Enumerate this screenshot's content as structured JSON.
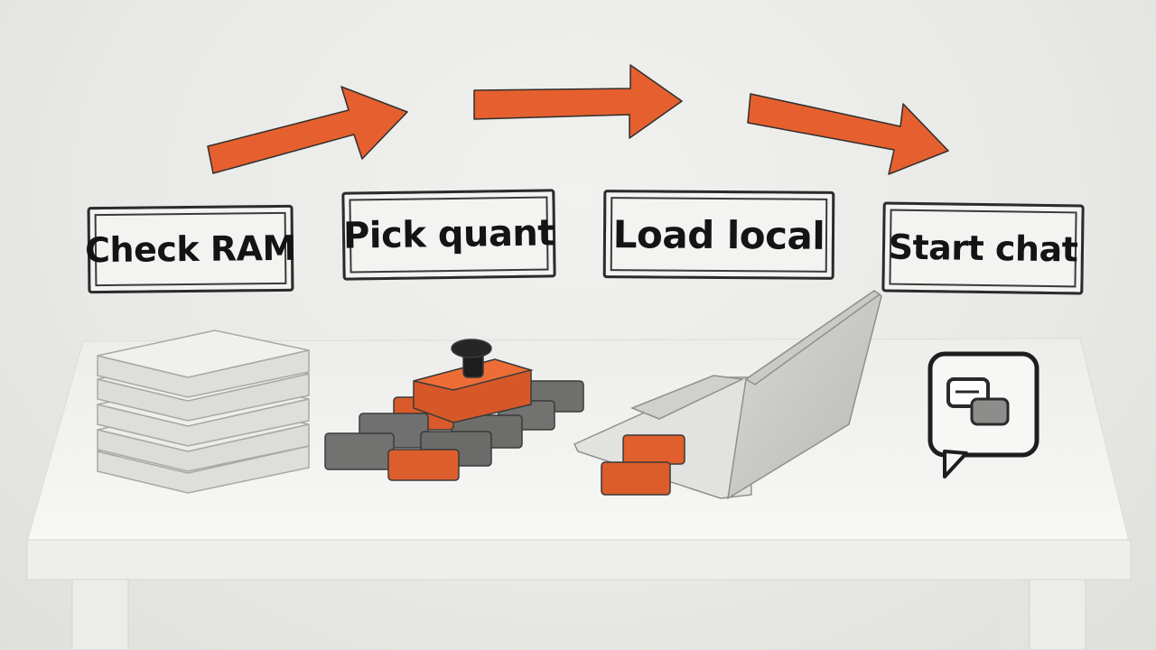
{
  "steps": [
    {
      "label": "Check RAM"
    },
    {
      "label": "Pick quant"
    },
    {
      "label": "Load local"
    },
    {
      "label": "Start chat"
    }
  ],
  "colors": {
    "accent": "#e5602e",
    "outline": "#2b2b2b",
    "wall": "#e9e9e7",
    "table": "#f4f4f2",
    "gray_block": "#6f6f6c"
  }
}
